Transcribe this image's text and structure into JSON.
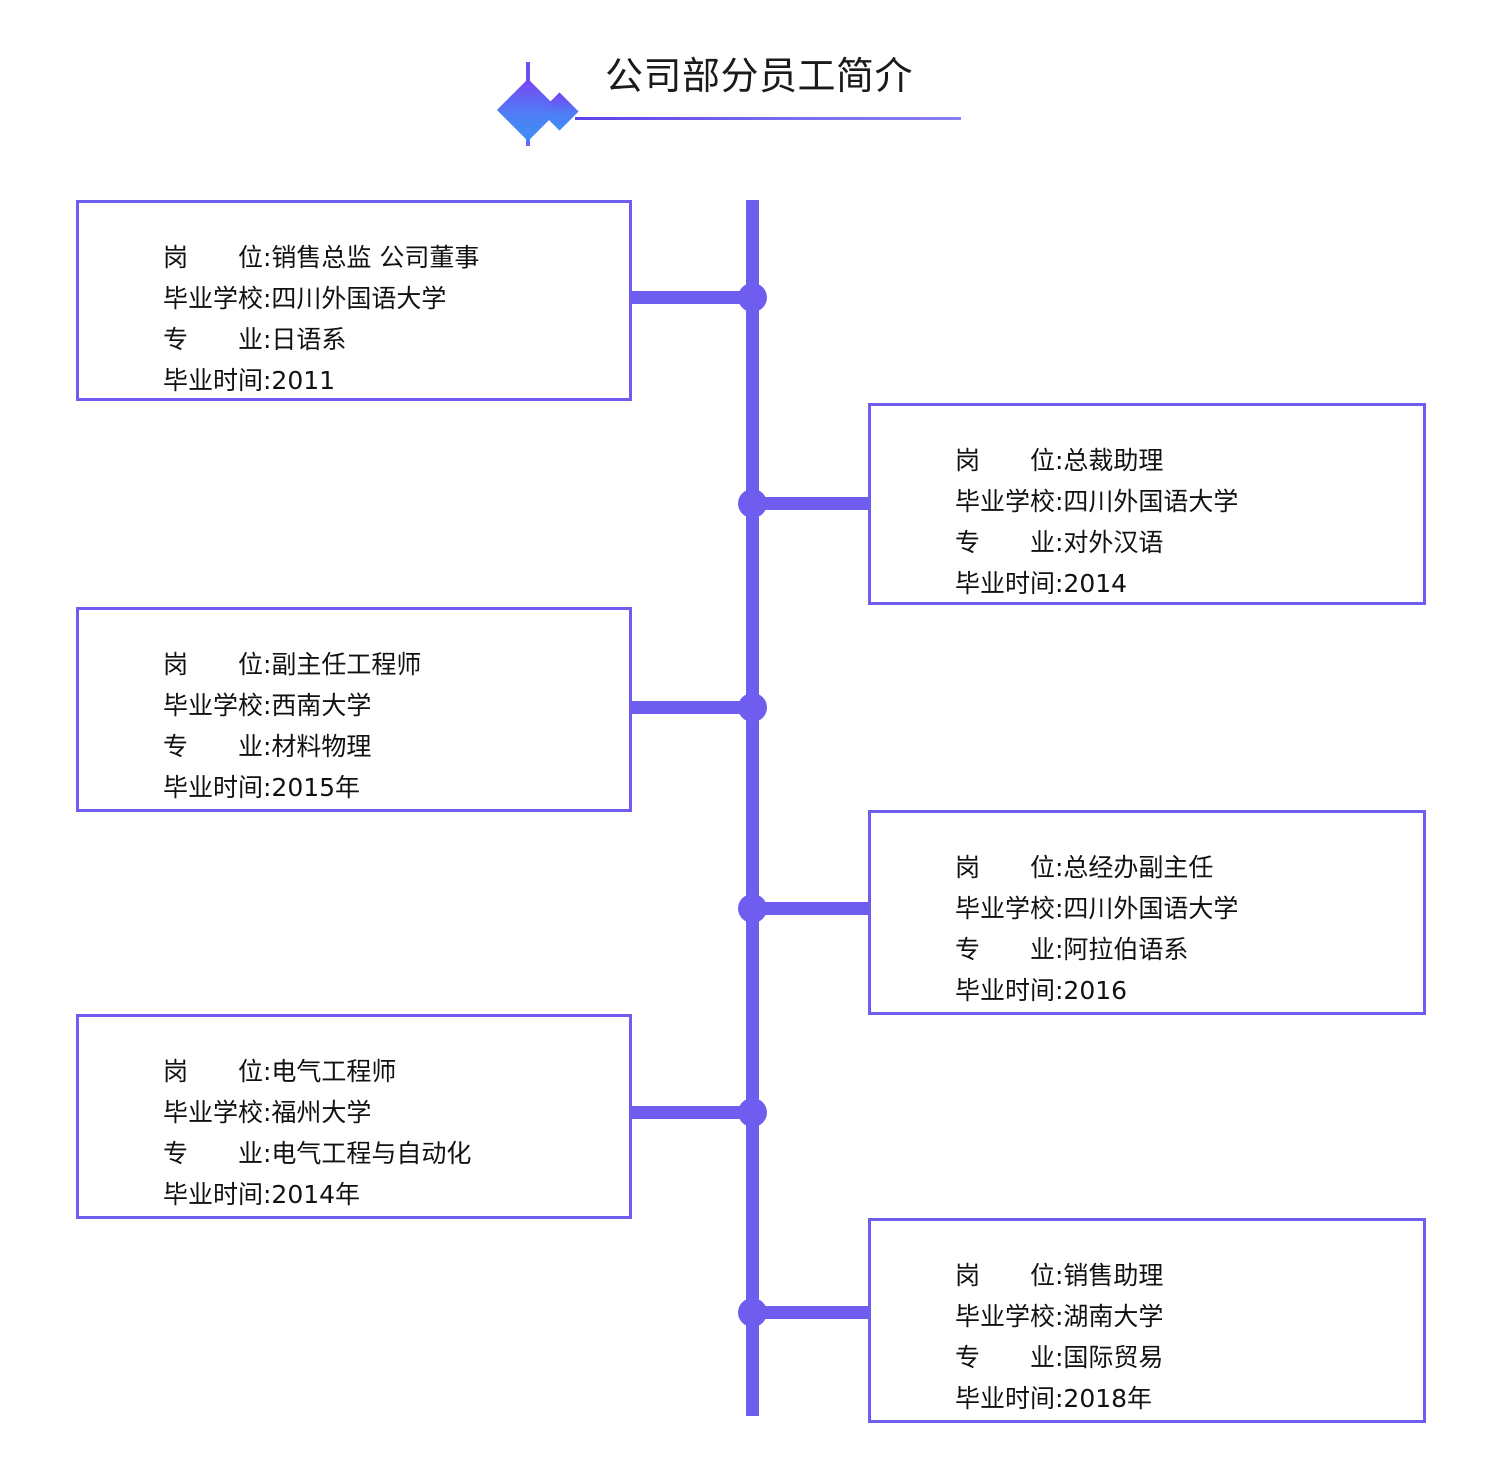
{
  "header": {
    "title": "公司部分员工简介",
    "decoration": "diamond-accent"
  },
  "theme": {
    "accent": "#6F5DF0",
    "accent_gradient_start": "#7A42F4",
    "accent_gradient_end": "#3F8EF7",
    "text": "#111111",
    "background": "#FFFFFF"
  },
  "labels": {
    "position": "岗　　位:",
    "school": "毕业学校:",
    "major": "专　　业:",
    "graduation": "毕业时间:"
  },
  "employees": [
    {
      "side": "left",
      "position_line": "岗　　位:销售总监 公司董事",
      "school_line": "毕业学校:四川外国语大学",
      "major_line": "专　　业:日语系",
      "graduation_line": "毕业时间:2011",
      "position": "销售总监 公司董事",
      "school": "四川外国语大学",
      "major": "日语系",
      "graduation": "2011"
    },
    {
      "side": "right",
      "position_line": "岗　　位:总裁助理",
      "school_line": "毕业学校:四川外国语大学",
      "major_line": "专　　业:对外汉语",
      "graduation_line": "毕业时间:2014",
      "position": "总裁助理",
      "school": "四川外国语大学",
      "major": "对外汉语",
      "graduation": "2014"
    },
    {
      "side": "left",
      "position_line": "岗　　位:副主任工程师",
      "school_line": "毕业学校:西南大学",
      "major_line": "专　　业:材料物理",
      "graduation_line": "毕业时间:2015年",
      "position": "副主任工程师",
      "school": "西南大学",
      "major": "材料物理",
      "graduation": "2015年"
    },
    {
      "side": "right",
      "position_line": "岗　　位:总经办副主任",
      "school_line": "毕业学校:四川外国语大学",
      "major_line": "专　　业:阿拉伯语系",
      "graduation_line": "毕业时间:2016",
      "position": "总经办副主任",
      "school": "四川外国语大学",
      "major": "阿拉伯语系",
      "graduation": "2016"
    },
    {
      "side": "left",
      "position_line": "岗　　位:电气工程师",
      "school_line": "毕业学校:福州大学",
      "major_line": "专　　业:电气工程与自动化",
      "graduation_line": "毕业时间:2014年",
      "position": "电气工程师",
      "school": "福州大学",
      "major": "电气工程与自动化",
      "graduation": "2014年"
    },
    {
      "side": "right",
      "position_line": "岗　　位:销售助理",
      "school_line": "毕业学校:湖南大学",
      "major_line": "专　　业:国际贸易",
      "graduation_line": "毕业时间:2018年",
      "position": "销售助理",
      "school": "湖南大学",
      "major": "国际贸易",
      "graduation": "2018年"
    }
  ]
}
